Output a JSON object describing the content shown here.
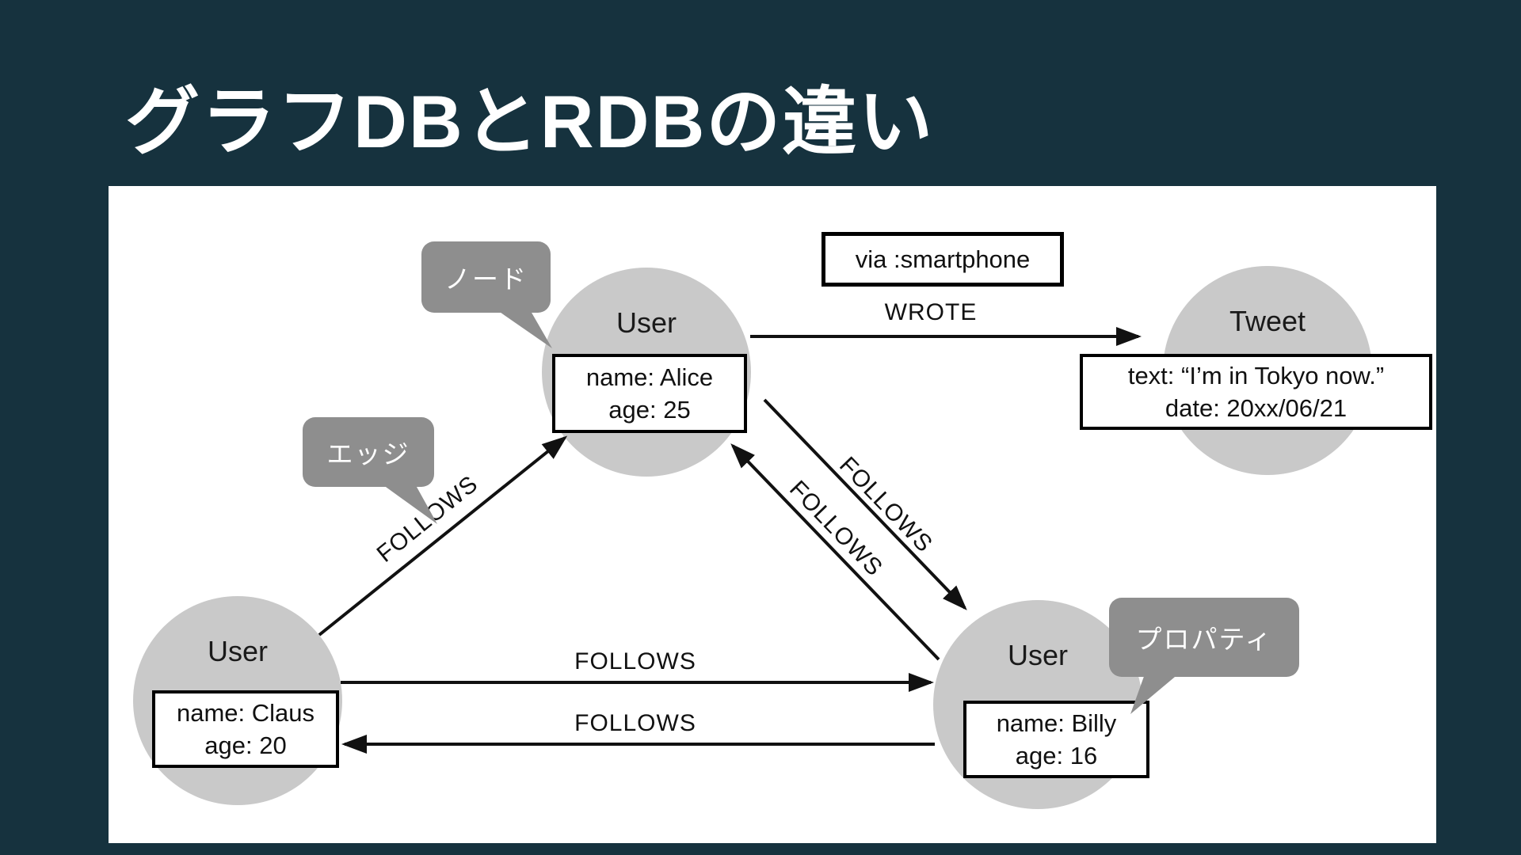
{
  "title": "グラフDBとRDBの違い",
  "colors": {
    "background": "#16323e",
    "panel": "#ffffff",
    "node_fill": "#c9c9c9",
    "callout_fill": "#8e8e8e",
    "arrow": "#111111"
  },
  "nodes": {
    "alice": {
      "label": "User",
      "prop1": "name: Alice",
      "prop2": "age: 25"
    },
    "tweet": {
      "label": "Tweet",
      "prop1": "text: “I’m in Tokyo now.”",
      "prop2": "date: 20xx/06/21"
    },
    "claus": {
      "label": "User",
      "prop1": "name: Claus",
      "prop2": "age: 20"
    },
    "billy": {
      "label": "User",
      "prop1": "name: Billy",
      "prop2": "age: 16"
    }
  },
  "edges": {
    "wrote": {
      "label": "WROTE",
      "property": "via :smartphone"
    },
    "follows_claus_alice": {
      "label": "FOLLOWS"
    },
    "follows_alice_billy": {
      "label": "FOLLOWS"
    },
    "follows_billy_alice": {
      "label": "FOLLOWS"
    },
    "follows_claus_billy": {
      "label": "FOLLOWS"
    },
    "follows_billy_claus": {
      "label": "FOLLOWS"
    }
  },
  "callouts": {
    "node": "ノード",
    "edge": "エッジ",
    "property": "プロパティ"
  }
}
